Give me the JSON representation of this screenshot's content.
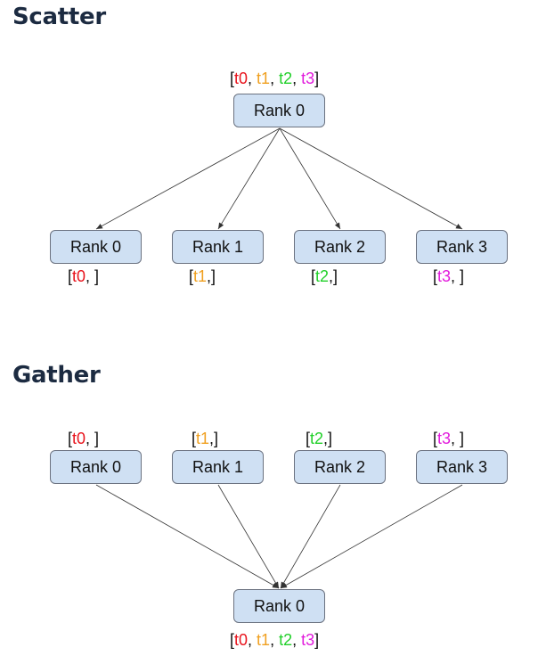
{
  "colors": {
    "t0": "#e8141d",
    "t1": "#f0a020",
    "t2": "#22d02a",
    "t3": "#e21bdc",
    "node_fill": "#cfe0f3",
    "node_border": "#6b7280",
    "heading": "#1c2b41"
  },
  "scatter": {
    "title": "Scatter",
    "root": {
      "label": "Rank 0",
      "tensors": [
        "t0",
        "t1",
        "t2",
        "t3"
      ]
    },
    "targets": [
      {
        "label": "Rank 0",
        "tensor": "t0",
        "suffix": ", ]"
      },
      {
        "label": "Rank 1",
        "tensor": "t1",
        "suffix": ",]"
      },
      {
        "label": "Rank 2",
        "tensor": "t2",
        "suffix": ",]"
      },
      {
        "label": "Rank 3",
        "tensor": "t3",
        "suffix": ", ]"
      }
    ]
  },
  "gather": {
    "title": "Gather",
    "sources": [
      {
        "label": "Rank 0",
        "tensor": "t0",
        "suffix": ", ]"
      },
      {
        "label": "Rank 1",
        "tensor": "t1",
        "suffix": ",]"
      },
      {
        "label": "Rank 2",
        "tensor": "t2",
        "suffix": ",]"
      },
      {
        "label": "Rank 3",
        "tensor": "t3",
        "suffix": ", ]"
      }
    ],
    "root": {
      "label": "Rank 0",
      "tensors": [
        "t0",
        "t1",
        "t2",
        "t3"
      ]
    }
  }
}
